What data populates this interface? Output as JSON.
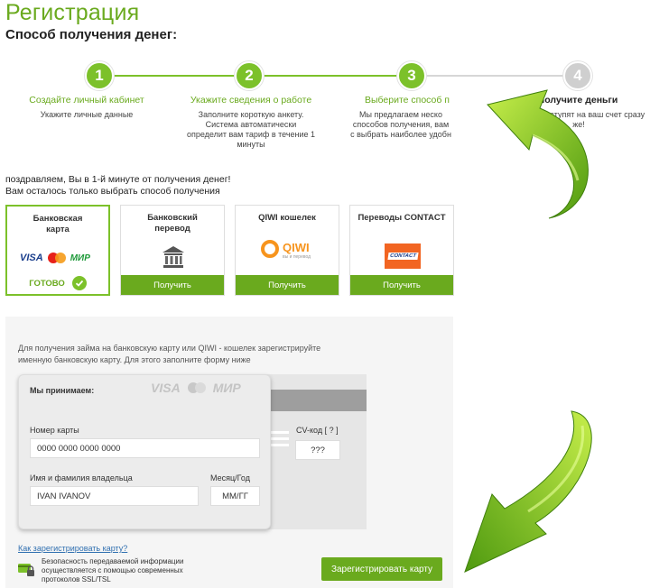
{
  "page": {
    "title": "Регистрация",
    "subtitle": "Способ получения денег:"
  },
  "steps": [
    {
      "number": "1",
      "title": "Создайте личный кабинет",
      "desc": "Укажите личные данные"
    },
    {
      "number": "2",
      "title": "Укажите сведения о работе",
      "desc": "Заполните короткую анкету. Система автоматически определит вам тариф в течение 1 минуты"
    },
    {
      "number": "3",
      "title": "Выберите способ п",
      "desc": "Мы предлагаем неско способов получения, вам с выбрать наиболее удобн"
    },
    {
      "number": "4",
      "title": "Получите деньги",
      "desc": "Деньги поступят на ваш счет сразу же!"
    }
  ],
  "congrats": {
    "line1": "поздравляем, Вы в 1-й минуте от получения денег!",
    "line2": "Вам осталось только выбрать способ получения"
  },
  "methods": [
    {
      "label": "Банковская карта",
      "button": "ГОТОВО",
      "selected": true
    },
    {
      "label": "Банковский перевод",
      "button": "Получить"
    },
    {
      "label": "QIWI кошелек",
      "button": "Получить"
    },
    {
      "label": "Переводы CONTACT",
      "button": "Получить"
    }
  ],
  "logos": {
    "visa": "VISA",
    "mir": "МИР",
    "qiwi": "QIWI",
    "qiwi_sub": "вы и перевод",
    "contact": "CONTACT"
  },
  "form": {
    "hint": "Для получения займа на банковскую карту или QIWI - кошелек зарегистрируйте именную банковскую карту. Для этого заполните форму ниже",
    "we_accept": "Мы принимаем:",
    "card_number_label": "Номер карты",
    "card_number_value": "0000 0000 0000 0000",
    "holder_label": "Имя и фамилия владельца",
    "holder_value": "IVAN IVANOV",
    "expiry_label": "Месяц/Год",
    "expiry_value": "ММ/ГГ",
    "cvv_label": "CV-код",
    "cvv_help": "[ ? ]",
    "cvv_value": "???",
    "how_link": "Как зарегистрировать карту?",
    "security_text": "Безопасность передаваемой информации осуществляется с помощью современных протоколов SSL/TSL",
    "submit": "Зарегистрировать карту"
  },
  "colors": {
    "accent": "#6aaa1e",
    "step_active": "#7cc12a",
    "step_inactive": "#cfcfcf",
    "link": "#2f6fb0"
  }
}
